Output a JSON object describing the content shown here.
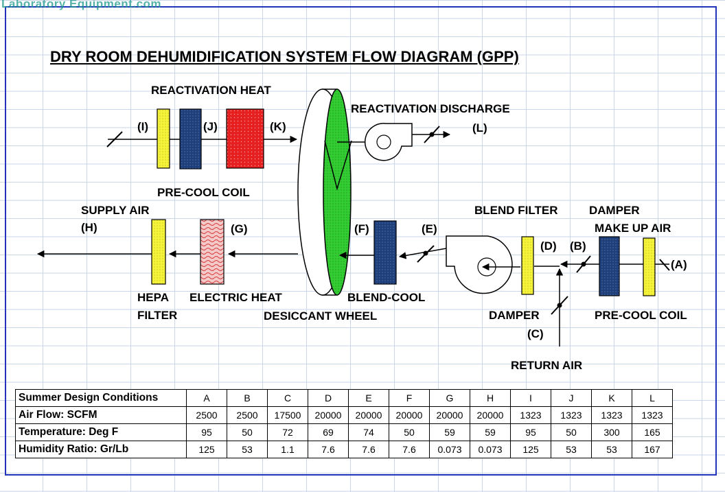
{
  "watermark": "Laboratory Equipment.com",
  "title": "DRY ROOM DEHUMIDIFICATION SYSTEM FLOW DIAGRAM (GPP)",
  "labels": {
    "reactivation_heat": "REACTIVATION HEAT",
    "reactivation_discharge": "REACTIVATION DISCHARGE",
    "pre_cool_coil_top": "PRE-COOL COIL",
    "supply_air": "SUPPLY AIR",
    "blend_filter": "BLEND FILTER",
    "damper_top": "DAMPER",
    "make_up_air": "MAKE UP AIR",
    "hepa": "HEPA",
    "filter": "FILTER",
    "electric_heat": "ELECTRIC HEAT",
    "blend_cool": "BLEND-COOL",
    "desiccant_wheel": "DESICCANT WHEEL",
    "damper_bottom": "DAMPER",
    "pre_cool_coil_bottom": "PRE-COOL COIL",
    "return_air": "RETURN AIR",
    "point_a": "(A)",
    "point_b": "(B)",
    "point_c": "(C)",
    "point_d": "(D)",
    "point_e": "(E)",
    "point_f": "(F)",
    "point_g": "(G)",
    "point_h": "(H)",
    "point_i": "(I)",
    "point_j": "(J)",
    "point_k": "(K)",
    "point_l": "(L)"
  },
  "colors": {
    "filter_yellow": "#f5f23a",
    "coil_blue": "#1f3f7a",
    "heater_red": "#e62020",
    "wheel_green": "#33cc33",
    "electric_heat_pink": "#f6c9c9",
    "frame_blue": "#2233bb"
  },
  "table": {
    "header": [
      "Summer Design Conditions",
      "A",
      "B",
      "C",
      "D",
      "E",
      "F",
      "G",
      "H",
      "I",
      "J",
      "K",
      "L"
    ],
    "rows": [
      [
        "Air Flow: SCFM",
        "2500",
        "2500",
        "17500",
        "20000",
        "20000",
        "20000",
        "20000",
        "20000",
        "1323",
        "1323",
        "1323",
        "1323"
      ],
      [
        "Temperature: Deg F",
        "95",
        "50",
        "72",
        "69",
        "74",
        "50",
        "59",
        "59",
        "95",
        "50",
        "300",
        "165"
      ],
      [
        "Humidity Ratio: Gr/Lb",
        "125",
        "53",
        "1.1",
        "7.6",
        "7.6",
        "7.6",
        "0.073",
        "0.073",
        "125",
        "53",
        "53",
        "167"
      ]
    ]
  }
}
